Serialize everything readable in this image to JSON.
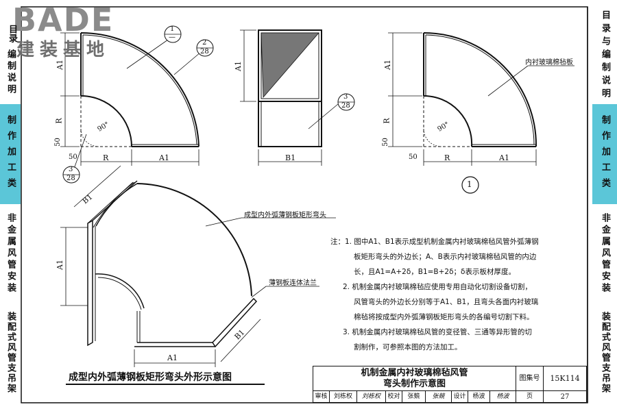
{
  "logo": {
    "brand": "BADE",
    "subtitle": "建装基地"
  },
  "right_nav": [
    {
      "label": "目录与编制说明",
      "active": false
    },
    {
      "label": "制作加工类",
      "active": true
    },
    {
      "label": "非金属风管安装",
      "active": false
    },
    {
      "label": "装配式风管支吊架",
      "active": false
    }
  ],
  "left_nav": [
    {
      "label": "目录",
      "extra": "编制说明",
      "active": false
    },
    {
      "label": "制作加工类",
      "active": true
    },
    {
      "label": "非金属风管安装",
      "active": false
    },
    {
      "label": "装配式风管支吊架",
      "active": false
    }
  ],
  "drawing": {
    "dims": {
      "a1": "A1",
      "b1": "B1",
      "r": "R",
      "fifty": "50",
      "ninety": "90°"
    },
    "callout_1_top": "1",
    "callout_1_bot": "—",
    "callout_2_top": "2",
    "callout_2_bot": "28",
    "callout_3_top": "3",
    "callout_3_bot": "28",
    "circle_1": "1",
    "liner_label": "内衬玻璃棉毡板",
    "elbow_label": "成型内外弧薄钢板矩形弯头",
    "flange_label": "薄钢板连体法兰",
    "caption": "成型内外弧薄钢板矩形弯头外形示意图"
  },
  "notes": {
    "head": "注：1.",
    "n1a": "图中A1、B1表示成型机制金属内衬玻璃棉毡风管外弧薄钢",
    "n1b": "板矩形弯头的外边长；A、B表示内衬玻璃棉毡风管的内边",
    "n1c": "长，且A1=A+2δ，B1=B+2δ；δ表示板材厚度。",
    "n2a": "2. 机制金属内衬玻璃棉毡应使用专用自动化切割设备切割，",
    "n2b": "风管弯头的外边长分别等于A1、B1，且弯头各面内衬玻璃",
    "n2c": "棉毡将按成型内外弧薄钢板矩形弯头的各编号切割下料。",
    "n3a": "3. 机制金属内衬玻璃棉毡风管的变径管、三通等异形管的切",
    "n3b": "割制作，可参照本图的方法加工。"
  },
  "title_block": {
    "title_l1": "机制金属内衬玻璃棉毡风管",
    "title_l2": "弯头制作示意图",
    "atlas_label": "图集号",
    "atlas_no": "15K114",
    "review_label": "审核",
    "review_name": "刘栋权",
    "review_sig": "刘栋权",
    "check_label": "校对",
    "check_name": "张競",
    "check_sig": "张競",
    "design_label": "设计",
    "design_name": "杨波",
    "design_sig": "杨波",
    "page_label": "页",
    "page_no": "27"
  }
}
